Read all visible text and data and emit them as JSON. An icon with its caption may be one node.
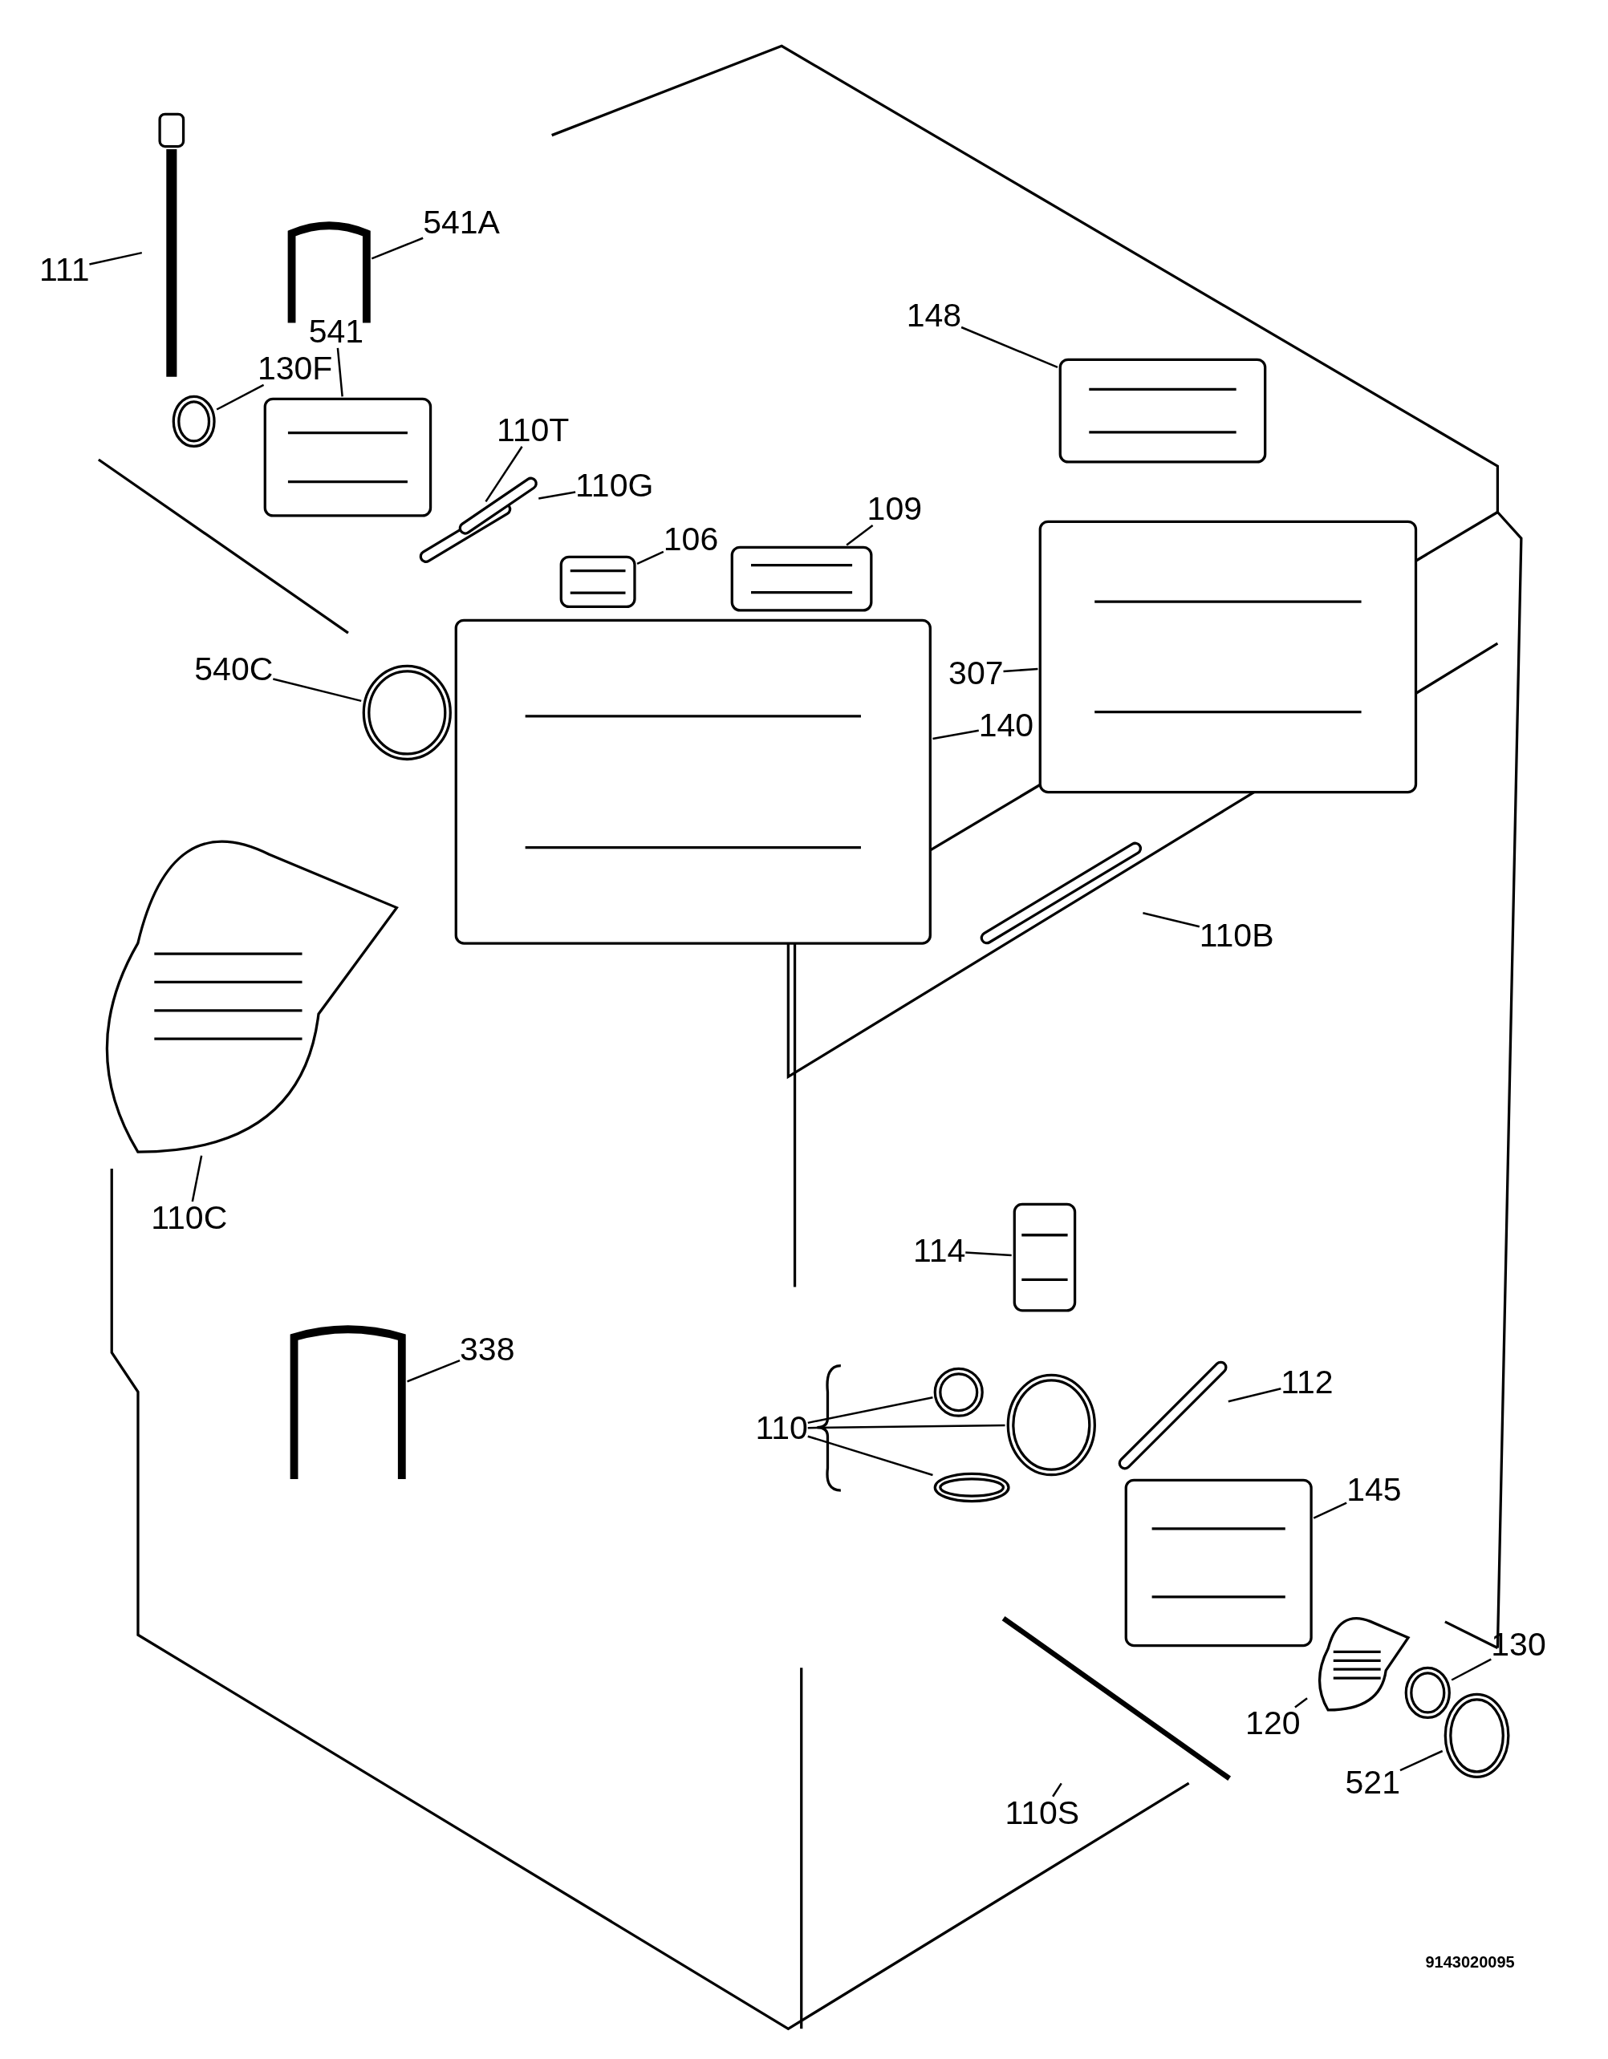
{
  "diagram": {
    "nodes": [
      {
        "text": [
          "111"
        ]
      },
      {
        "text": [],
        "shape": "picture"
      },
      {
        "text": [
          "541A"
        ]
      },
      {
        "text": [],
        "shape": "picture"
      },
      {
        "text": [
          "541"
        ]
      },
      {
        "text": [],
        "shape": "picture"
      },
      {
        "text": [
          "130F"
        ]
      },
      {
        "text": [],
        "shape": "picture"
      },
      {
        "text": [
          "110T"
        ]
      },
      {
        "text": [],
        "shape": "picture"
      },
      {
        "text": [
          "110G"
        ]
      },
      {
        "text": [],
        "shape": "picture"
      },
      {
        "text": [
          "106"
        ]
      },
      {
        "text": [],
        "shape": "picture"
      },
      {
        "text": [
          "109"
        ]
      },
      {
        "text": [],
        "shape": "picture"
      },
      {
        "text": [
          "148"
        ]
      },
      {
        "text": [],
        "shape": "picture"
      },
      {
        "text": [
          "307"
        ]
      },
      {
        "text": [],
        "shape": "picture"
      },
      {
        "text": [
          "540C"
        ]
      },
      {
        "text": [],
        "shape": "picture"
      },
      {
        "text": [
          "140"
        ]
      },
      {
        "text": [],
        "shape": "picture"
      },
      {
        "text": [
          "110B"
        ]
      },
      {
        "text": [],
        "shape": "picture"
      },
      {
        "text": [
          "110C"
        ]
      },
      {
        "text": [],
        "shape": "picture"
      },
      {
        "text": [
          "338"
        ]
      },
      {
        "text": [],
        "shape": "picture"
      },
      {
        "text": [
          "114"
        ]
      },
      {
        "text": [],
        "shape": "picture"
      },
      {
        "text": [
          "112"
        ]
      },
      {
        "text": [],
        "shape": "picture"
      },
      {
        "text": [
          "110"
        ]
      },
      {
        "text": [],
        "shape": "picture"
      },
      {
        "text": [],
        "shape": "picture"
      },
      {
        "text": [],
        "shape": "picture"
      },
      {
        "text": [
          "145"
        ]
      },
      {
        "text": [],
        "shape": "picture"
      },
      {
        "text": [
          "120"
        ]
      },
      {
        "text": [],
        "shape": "picture"
      },
      {
        "text": [
          "130"
        ]
      },
      {
        "text": [],
        "shape": "picture"
      },
      {
        "text": [
          "521"
        ]
      },
      {
        "text": [],
        "shape": "picture"
      },
      {
        "text": [
          "110S"
        ]
      },
      {
        "text": [],
        "shape": "picture"
      }
    ],
    "edges": [
      {
        "from": 0,
        "to": 1,
        "arrow": "none"
      },
      {
        "from": 2,
        "to": 3,
        "arrow": "none"
      },
      {
        "from": 4,
        "to": 5,
        "arrow": "none"
      },
      {
        "from": 6,
        "to": 7,
        "arrow": "none"
      },
      {
        "from": 8,
        "to": 9,
        "arrow": "none"
      },
      {
        "from": 10,
        "to": 11,
        "arrow": "none"
      },
      {
        "from": 12,
        "to": 13,
        "arrow": "none"
      },
      {
        "from": 14,
        "to": 15,
        "arrow": "none"
      },
      {
        "from": 16,
        "to": 17,
        "arrow": "none"
      },
      {
        "from": 18,
        "to": 19,
        "arrow": "none"
      },
      {
        "from": 20,
        "to": 21,
        "arrow": "none"
      },
      {
        "from": 22,
        "to": 23,
        "arrow": "none"
      },
      {
        "from": 24,
        "to": 25,
        "arrow": "none"
      },
      {
        "from": 26,
        "to": 27,
        "arrow": "none"
      },
      {
        "from": 28,
        "to": 29,
        "arrow": "none"
      },
      {
        "from": 30,
        "to": 31,
        "arrow": "none"
      },
      {
        "from": 32,
        "to": 33,
        "arrow": "none"
      },
      {
        "from": 34,
        "to": 35,
        "arrow": "none"
      },
      {
        "from": 34,
        "to": 36,
        "arrow": "none"
      },
      {
        "from": 34,
        "to": 37,
        "arrow": "none"
      },
      {
        "from": 38,
        "to": 39,
        "arrow": "none"
      },
      {
        "from": 40,
        "to": 41,
        "arrow": "none"
      },
      {
        "from": 42,
        "to": 43,
        "arrow": "none"
      },
      {
        "from": 44,
        "to": 45,
        "arrow": "none"
      },
      {
        "from": 46,
        "to": 47,
        "arrow": "none"
      }
    ],
    "labels": [
      "9143020095"
    ]
  }
}
